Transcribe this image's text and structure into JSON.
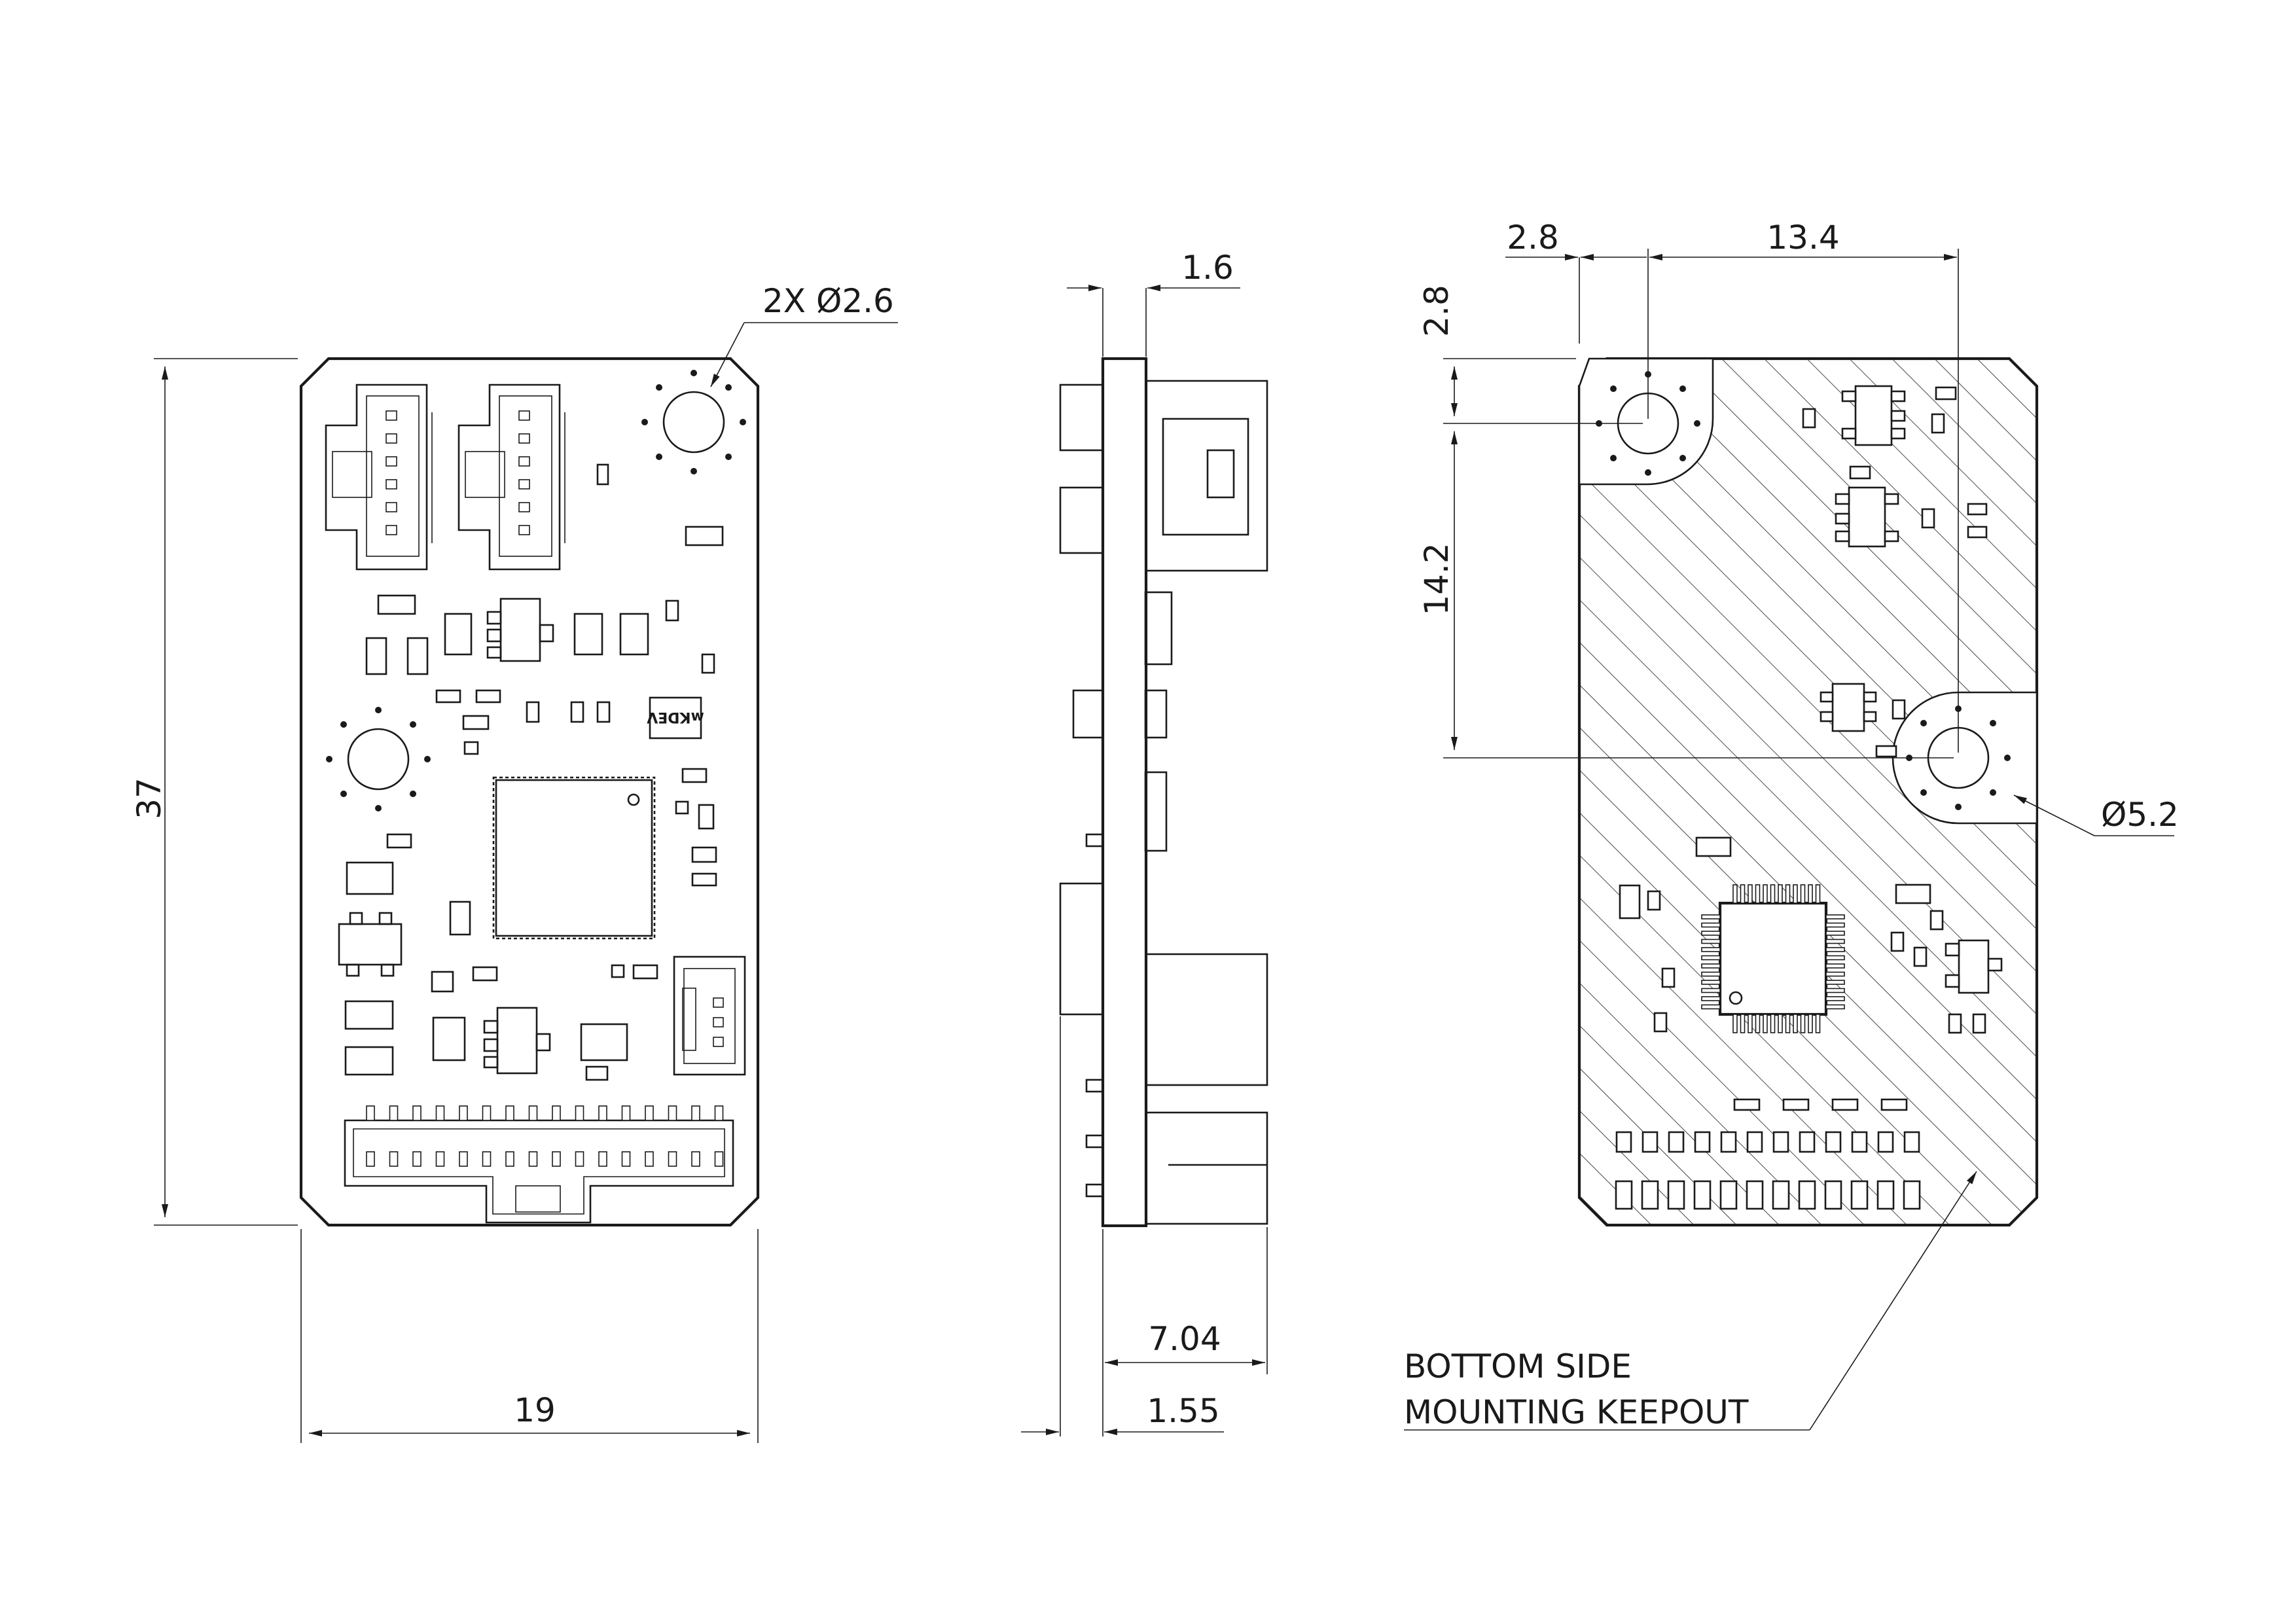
{
  "front_view": {
    "width_dim": "19",
    "height_dim": "37",
    "hole_callout": "2X Ø2.6",
    "logo_text": "ʍKDEV"
  },
  "side_view": {
    "pcb_thickness_dim": "1.6",
    "component_height_dim": "7.04",
    "bottom_height_dim": "1.55"
  },
  "bottom_view": {
    "hole_x_offset_dim": "2.8",
    "hole_spacing_x_dim": "13.4",
    "hole_y_offset_dim": "2.8",
    "hole_spacing_y_dim": "14.2",
    "keepout_diameter_dim": "Ø5.2",
    "keepout_note_line1": "BOTTOM SIDE",
    "keepout_note_line2": "MOUNTING KEEPOUT"
  }
}
